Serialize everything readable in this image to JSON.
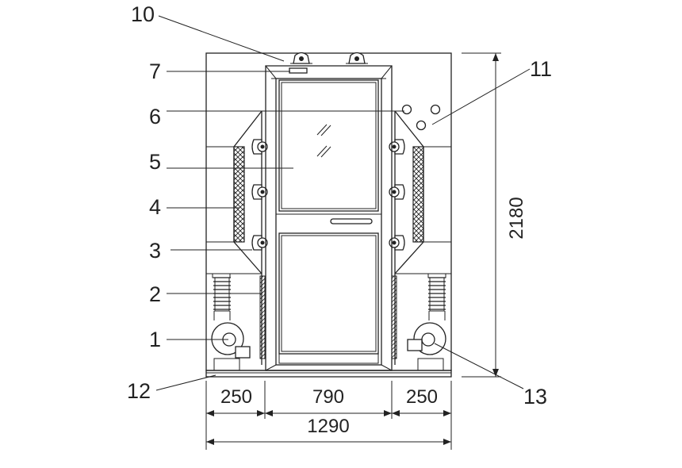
{
  "callouts": {
    "c1": "1",
    "c2": "2",
    "c3": "3",
    "c4": "4",
    "c5": "5",
    "c6": "6",
    "c7": "7",
    "c10": "10",
    "c11": "11",
    "c12": "12",
    "c13": "13"
  },
  "dimensions": {
    "left_width": "250",
    "door_width": "790",
    "right_width": "250",
    "total_width": "1290",
    "total_height": "2180"
  }
}
